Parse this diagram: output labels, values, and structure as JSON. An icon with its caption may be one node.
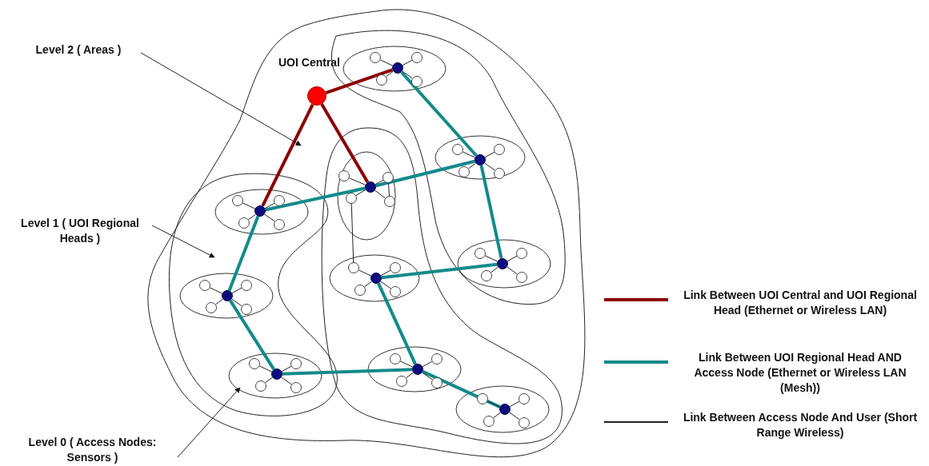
{
  "diagram": {
    "nodes": [
      {
        "text": [],
        "shape": "blob"
      },
      {
        "text": [],
        "shape": "blob",
        "in": 0
      },
      {
        "text": [],
        "shape": "blob",
        "in": 0
      },
      {
        "text": [],
        "shape": "blob",
        "in": 0
      },
      {
        "text": [],
        "shape": "ellipse",
        "in": 3
      },
      {
        "text": [],
        "shape": "ellipse",
        "in": 3
      },
      {
        "text": [],
        "shape": "ellipse",
        "in": 3
      },
      {
        "text": [],
        "shape": "ellipse",
        "in": 2
      },
      {
        "text": [],
        "shape": "ellipse",
        "in": 2
      },
      {
        "text": [],
        "shape": "ellipse",
        "in": 2
      },
      {
        "text": [],
        "shape": "ellipse",
        "in": 2
      },
      {
        "text": [],
        "shape": "ellipse",
        "in": 1
      },
      {
        "text": [],
        "shape": "ellipse",
        "in": 1
      },
      {
        "text": [],
        "shape": "ellipse",
        "in": 1
      },
      {
        "text": [],
        "shape": "circle",
        "beside": [
          "UOI Central"
        ],
        "in": 0
      },
      {
        "text": [],
        "shape": "circle",
        "in": 4
      },
      {
        "text": [],
        "shape": "circle",
        "in": 5
      },
      {
        "text": [],
        "shape": "circle",
        "in": 6
      },
      {
        "text": [],
        "shape": "circle",
        "in": 7
      },
      {
        "text": [],
        "shape": "circle",
        "in": 8
      },
      {
        "text": [],
        "shape": "circle",
        "in": 9
      },
      {
        "text": [],
        "shape": "circle",
        "in": 10
      },
      {
        "text": [],
        "shape": "circle",
        "in": 11
      },
      {
        "text": [],
        "shape": "circle",
        "in": 12
      },
      {
        "text": [],
        "shape": "circle",
        "in": 13
      },
      {
        "text": [],
        "shape": "circle",
        "in": 4
      },
      {
        "text": [],
        "shape": "circle",
        "in": 4
      },
      {
        "text": [],
        "shape": "circle",
        "in": 4
      },
      {
        "text": [],
        "shape": "circle",
        "in": 4
      },
      {
        "text": [],
        "shape": "circle",
        "in": 5
      },
      {
        "text": [],
        "shape": "circle",
        "in": 5
      },
      {
        "text": [],
        "shape": "circle",
        "in": 5
      },
      {
        "text": [],
        "shape": "circle",
        "in": 5
      },
      {
        "text": [],
        "shape": "circle",
        "in": 6
      },
      {
        "text": [],
        "shape": "circle",
        "in": 6
      },
      {
        "text": [],
        "shape": "circle",
        "in": 6
      },
      {
        "text": [],
        "shape": "circle",
        "in": 6
      },
      {
        "text": [],
        "shape": "circle",
        "in": 7
      },
      {
        "text": [],
        "shape": "circle",
        "in": 7
      },
      {
        "text": [],
        "shape": "circle",
        "in": 7
      },
      {
        "text": [],
        "shape": "circle",
        "in": 7
      },
      {
        "text": [],
        "shape": "circle",
        "in": 8
      },
      {
        "text": [],
        "shape": "circle",
        "in": 8
      },
      {
        "text": [],
        "shape": "circle",
        "in": 8
      },
      {
        "text": [],
        "shape": "circle",
        "in": 8
      },
      {
        "text": [],
        "shape": "circle",
        "in": 9
      },
      {
        "text": [],
        "shape": "circle",
        "in": 9
      },
      {
        "text": [],
        "shape": "circle",
        "in": 9
      },
      {
        "text": [],
        "shape": "circle",
        "in": 9
      },
      {
        "text": [],
        "shape": "circle",
        "in": 10
      },
      {
        "text": [],
        "shape": "circle",
        "in": 10
      },
      {
        "text": [],
        "shape": "circle",
        "in": 10
      },
      {
        "text": [],
        "shape": "circle",
        "in": 10
      },
      {
        "text": [],
        "shape": "circle",
        "in": 11
      },
      {
        "text": [],
        "shape": "circle",
        "in": 11
      },
      {
        "text": [],
        "shape": "circle",
        "in": 11
      },
      {
        "text": [],
        "shape": "circle",
        "in": 11
      },
      {
        "text": [],
        "shape": "circle",
        "in": 12
      },
      {
        "text": [],
        "shape": "circle",
        "in": 12
      },
      {
        "text": [],
        "shape": "circle",
        "in": 12
      },
      {
        "text": [],
        "shape": "circle",
        "in": 12
      },
      {
        "text": [],
        "shape": "circle",
        "in": 13
      },
      {
        "text": [],
        "shape": "circle",
        "in": 13
      },
      {
        "text": [],
        "shape": "circle",
        "in": 13
      },
      {
        "text": [],
        "shape": "circle",
        "in": 13
      },
      {
        "text": [
          "Level 2 ( Areas )"
        ]
      },
      {
        "text": [
          "Level 1 ( UOI Regional Heads )"
        ]
      },
      {
        "text": [
          "Level 0 ( Access Nodes: Sensors )"
        ]
      }
    ],
    "edges": [
      {
        "from": 14,
        "to": 15,
        "arrow": "none",
        "style": "thick",
        "color": "#8b0000"
      },
      {
        "from": 14,
        "to": 18,
        "arrow": "none",
        "style": "thick",
        "color": "#8b0000"
      },
      {
        "from": 14,
        "to": 22,
        "arrow": "none",
        "style": "thick",
        "color": "#8b0000"
      },
      {
        "from": 15,
        "to": 16,
        "arrow": "none",
        "style": "thick",
        "color": "#138a8a"
      },
      {
        "from": 16,
        "to": 17,
        "arrow": "none",
        "style": "thick",
        "color": "#138a8a"
      },
      {
        "from": 17,
        "to": 19,
        "arrow": "none",
        "style": "thick",
        "color": "#138a8a"
      },
      {
        "from": 19,
        "to": 20,
        "arrow": "none",
        "style": "thick",
        "color": "#138a8a"
      },
      {
        "from": 20,
        "to": 21,
        "arrow": "none",
        "style": "thick",
        "color": "#138a8a"
      },
      {
        "from": 20,
        "to": 24,
        "arrow": "none",
        "style": "thick",
        "color": "#138a8a"
      },
      {
        "from": 24,
        "to": 23,
        "arrow": "none",
        "style": "thick",
        "color": "#138a8a"
      },
      {
        "from": 23,
        "to": 22,
        "arrow": "none",
        "style": "thick",
        "color": "#138a8a"
      },
      {
        "from": 22,
        "to": 18,
        "arrow": "none",
        "style": "thick",
        "color": "#138a8a"
      },
      {
        "from": 18,
        "to": 16,
        "arrow": "none",
        "style": "thick",
        "color": "#138a8a"
      },
      {
        "from": 15,
        "to": 25,
        "arrow": "none"
      },
      {
        "from": 15,
        "to": 26,
        "arrow": "none"
      },
      {
        "from": 15,
        "to": 27,
        "arrow": "none"
      },
      {
        "from": 15,
        "to": 28,
        "arrow": "none"
      },
      {
        "from": 16,
        "to": 29,
        "arrow": "none"
      },
      {
        "from": 16,
        "to": 30,
        "arrow": "none"
      },
      {
        "from": 16,
        "to": 31,
        "arrow": "none"
      },
      {
        "from": 16,
        "to": 32,
        "arrow": "none"
      },
      {
        "from": 17,
        "to": 33,
        "arrow": "none"
      },
      {
        "from": 17,
        "to": 34,
        "arrow": "none"
      },
      {
        "from": 17,
        "to": 35,
        "arrow": "none"
      },
      {
        "from": 17,
        "to": 36,
        "arrow": "none"
      },
      {
        "from": 18,
        "to": 37,
        "arrow": "none"
      },
      {
        "from": 18,
        "to": 38,
        "arrow": "none"
      },
      {
        "from": 18,
        "to": 39,
        "arrow": "none"
      },
      {
        "from": 18,
        "to": 40,
        "arrow": "none"
      },
      {
        "from": 19,
        "to": 41,
        "arrow": "none"
      },
      {
        "from": 19,
        "to": 42,
        "arrow": "none"
      },
      {
        "from": 19,
        "to": 43,
        "arrow": "none"
      },
      {
        "from": 19,
        "to": 44,
        "arrow": "none"
      },
      {
        "from": 20,
        "to": 45,
        "arrow": "none"
      },
      {
        "from": 20,
        "to": 46,
        "arrow": "none"
      },
      {
        "from": 20,
        "to": 47,
        "arrow": "none"
      },
      {
        "from": 20,
        "to": 48,
        "arrow": "none"
      },
      {
        "from": 21,
        "to": 49,
        "arrow": "none"
      },
      {
        "from": 21,
        "to": 50,
        "arrow": "none"
      },
      {
        "from": 21,
        "to": 51,
        "arrow": "none"
      },
      {
        "from": 21,
        "to": 52,
        "arrow": "none"
      },
      {
        "from": 22,
        "to": 53,
        "arrow": "none"
      },
      {
        "from": 22,
        "to": 54,
        "arrow": "none"
      },
      {
        "from": 22,
        "to": 55,
        "arrow": "none"
      },
      {
        "from": 22,
        "to": 56,
        "arrow": "none"
      },
      {
        "from": 23,
        "to": 57,
        "arrow": "none"
      },
      {
        "from": 23,
        "to": 58,
        "arrow": "none"
      },
      {
        "from": 23,
        "to": 59,
        "arrow": "none"
      },
      {
        "from": 23,
        "to": 60,
        "arrow": "none"
      },
      {
        "from": 24,
        "to": 61,
        "arrow": "none"
      },
      {
        "from": 24,
        "to": 62,
        "arrow": "none"
      },
      {
        "from": 24,
        "to": 63,
        "arrow": "none"
      },
      {
        "from": 24,
        "to": 64,
        "arrow": "none"
      },
      {
        "from": 39,
        "to": 41,
        "arrow": "none"
      },
      {
        "from": 38,
        "to": 40,
        "arrow": "none"
      },
      {
        "from": 65,
        "to": 0,
        "arrow": "to"
      },
      {
        "from": 66,
        "to": 1,
        "arrow": "to"
      },
      {
        "from": 67,
        "to": 13,
        "arrow": "to"
      }
    ],
    "legend": [
      {
        "text": "Link Between UOI Central and UOI Regional Head (Ethernet or Wireless LAN)",
        "color": "#8b0000"
      },
      {
        "text": "Link Between UOI Regional Head AND Access Node (Ethernet or Wireless LAN (Mesh))",
        "color": "#138a8a"
      },
      {
        "text": "Link Between Access Node And User (Short Range Wireless)",
        "color": "#222222"
      }
    ]
  }
}
